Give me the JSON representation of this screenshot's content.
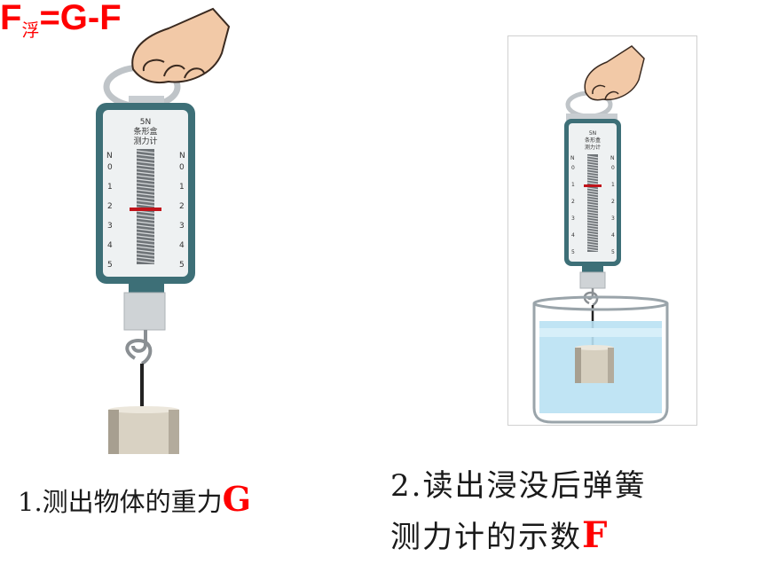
{
  "formula": {
    "main": "F",
    "subscript": "浮",
    "rest": "=G-F"
  },
  "step1": {
    "text": "1.测出物体的重力",
    "symbol": "G"
  },
  "step2": {
    "line1": "2.读出浸没后弹簧",
    "line2_text": "测力计的示数",
    "symbol": "F"
  },
  "scale_left": {
    "header_top": "5N",
    "header_mid": "条形盒",
    "header_bot": "测力计",
    "unit": "N",
    "ticks": [
      "0",
      "1",
      "2",
      "3",
      "4",
      "5"
    ]
  },
  "scale_right": {
    "header_top": "5N",
    "header_mid": "条形盒",
    "header_bot": "测力计",
    "unit": "N",
    "ticks": [
      "0",
      "1",
      "2",
      "3",
      "4",
      "5"
    ]
  },
  "colors": {
    "accent": "#ff0000",
    "scale_frame": "#3d6f77",
    "water": "#9fd4ee"
  }
}
